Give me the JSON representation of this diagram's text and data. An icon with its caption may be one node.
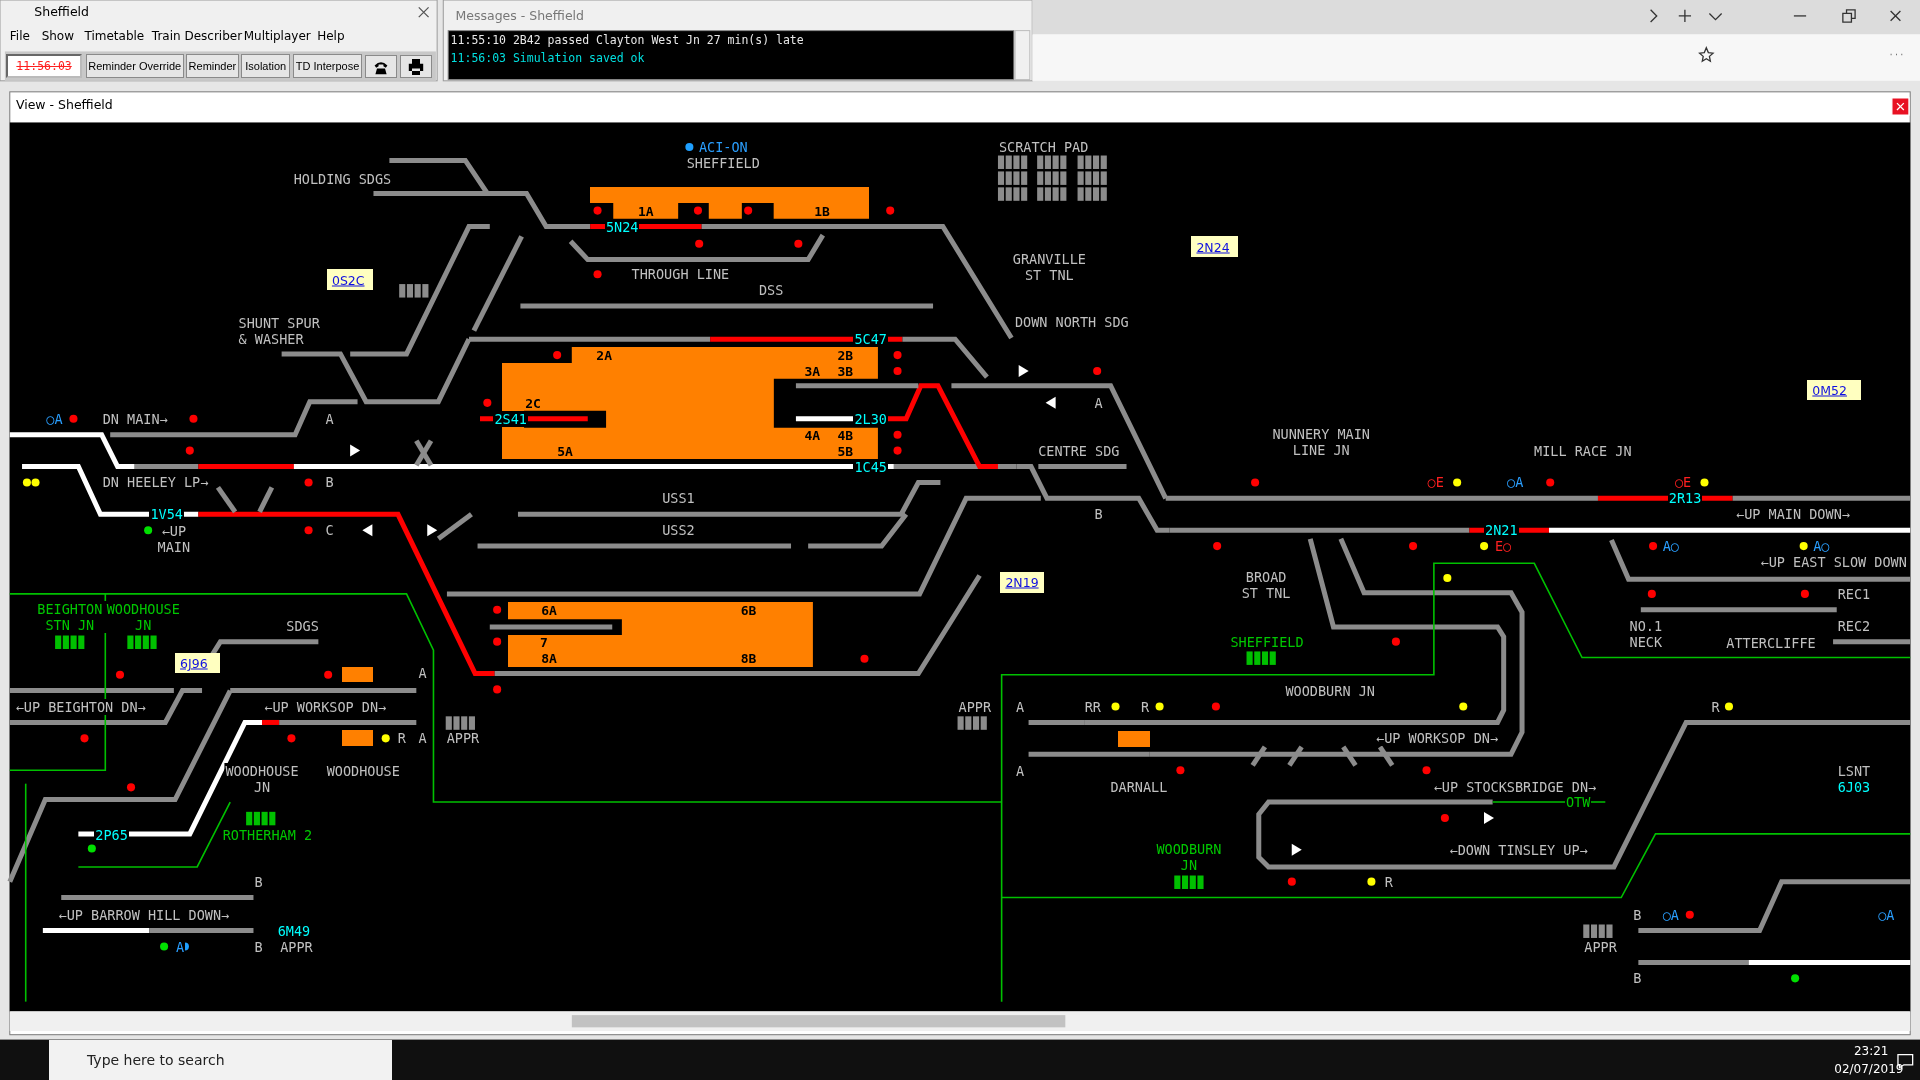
{
  "diagram": {
    "nodes": [
      {
        "text": [
          "1A",
          "1B"
        ]
      },
      {
        "text": [
          "2N24"
        ]
      },
      {
        "text": [
          "0S2C"
        ]
      },
      {
        "text": [
          "2A",
          "2B",
          "3A",
          "3B",
          "2C",
          "4A",
          "4B",
          "5A",
          "5B"
        ]
      },
      {
        "text": [
          "0M52"
        ]
      },
      {
        "text": [
          "2N19"
        ]
      },
      {
        "text": [
          "6A",
          "6B",
          "7",
          "8A",
          "8B"
        ]
      },
      {
        "text": [
          "6J96"
        ]
      },
      {
        "text": [],
        "shape": "box"
      },
      {
        "text": [],
        "shape": "box"
      },
      {
        "text": [],
        "shape": "box"
      }
    ],
    "labels": [
      "Sheffield",
      "Messages - Sheffield",
      "File",
      "Show",
      "Timetable",
      "Train Describer",
      "Multiplayer",
      "Help",
      "11:55:10 2B42 passed Clayton West Jn 27 min(s) late",
      "11:56:03",
      "Reminder Override",
      "Reminder",
      "Isolation",
      "TD Interpose",
      "11:56:03 Simulation saved ok",
      "View - Sheffield",
      "ACI-ON",
      "SCRATCH PAD",
      "SHEFFIELD",
      "HOLDING SDGS",
      "5N24",
      "GRANVILLE ST TNL",
      "THROUGH LINE",
      "DSS",
      "DOWN NORTH SDG",
      "SHUNT SPUR & WASHER",
      "5C47",
      "A",
      "○A",
      "DN MAIN→",
      "A",
      "2S41",
      "2L30",
      "CENTRE SDG",
      "NUNNERY MAIN LINE JN",
      "MILL RACE JN",
      "1C45",
      "DN HEELEY LP→",
      "B",
      "○E",
      "○A",
      "○E",
      "USS1",
      "2R13",
      "1V54",
      "B",
      "←UP MAIN DOWN→",
      "←UP MAIN",
      "C",
      "USS2",
      "2N21",
      "E○",
      "A○",
      "A○",
      "←UP EAST SLOW DOWN",
      "BROAD ST TNL",
      "REC1",
      "BEIGHTON STN JN",
      "WOODHOUSE JN",
      "SDGS",
      "SHEFFIELD",
      "NO.1 NECK",
      "ATTERCLIFFE",
      "REC2",
      "A",
      "WOODBURN JN",
      "←UP BEIGHTON DN→",
      "←UP WORKSOP DN→",
      "APPR",
      "A",
      "RR",
      "R",
      "R",
      "R",
      "A",
      "APPR",
      "←UP WORKSOP DN→",
      "WOODHOUSE JN",
      "WOODHOUSE",
      "A",
      "LSNT",
      "DARNALL",
      "←UP STOCKSBRIDGE DN→",
      "6J03",
      "OTW",
      "2P65",
      "ROTHERHAM 2",
      "WOODBURN JN",
      "←DOWN TINSLEY UP→",
      "B",
      "R",
      "←UP BARROW HILL DOWN→",
      "B",
      "○A",
      "○A",
      "6M49",
      "A",
      "B",
      "APPR",
      "APPR",
      "B",
      "Type here to search",
      "23:21",
      "02/07/2019"
    ]
  }
}
